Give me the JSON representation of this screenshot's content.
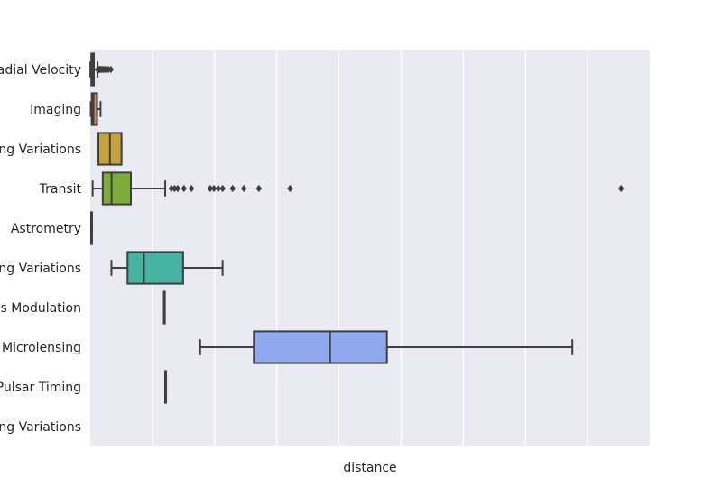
{
  "chart_data": {
    "type": "box",
    "orientation": "horizontal",
    "xlabel": "distance",
    "ylabel": "",
    "xlim": [
      0,
      8960
    ],
    "grid": true,
    "legend": "none",
    "background": "#EAEAF2",
    "gridcolor": "#FFFFFF",
    "categories": [
      "Radial Velocity",
      "Imaging",
      "Eclipse Timing Variations",
      "Transit",
      "Astrometry",
      "Transit Timing Variations",
      "Orbital Brightness Modulation",
      "Microlensing",
      "Pulsar Timing",
      "Pulsar Timing Variations"
    ],
    "colors": [
      "#4C72B0",
      "#DD8452",
      "#C4A33E",
      "#7EAC3A",
      "#3BAF6E",
      "#46B3A3",
      "#4AA6C2",
      "#8FA8EE",
      "#C08AE6",
      "#E98FC3"
    ],
    "boxes": [
      {
        "category": "Radial Velocity",
        "whislo": 1.35,
        "q1": 17.5,
        "med": 36,
        "q3": 58,
        "whishi": 117,
        "fliers": [
          120,
          130,
          145,
          160,
          180,
          205,
          230,
          260,
          290,
          330
        ]
      },
      {
        "category": "Imaging",
        "whislo": 7.7,
        "q1": 24,
        "med": 51,
        "q3": 109,
        "whishi": 165,
        "fliers": []
      },
      {
        "category": "Eclipse Timing Variations",
        "whislo": 130,
        "q1": 130,
        "med": 315,
        "q3": 500,
        "whishi": 500,
        "fliers": []
      },
      {
        "category": "Transit",
        "whislo": 38,
        "q1": 200,
        "med": 341,
        "q3": 650,
        "whishi": 1200,
        "fliers": [
          1300,
          1350,
          1400,
          1500,
          1620,
          1920,
          1980,
          2050,
          2120,
          2280,
          2460,
          2700,
          3200,
          8500
        ]
      },
      {
        "category": "Astrometry",
        "whislo": 14,
        "q1": 14,
        "med": 17,
        "q3": 20,
        "whishi": 20,
        "fliers": []
      },
      {
        "category": "Transit Timing Variations",
        "whislo": 339,
        "q1": 597,
        "med": 860,
        "q3": 1487,
        "whishi": 2119,
        "fliers": []
      },
      {
        "category": "Orbital Brightness Modulation",
        "whislo": 1180,
        "q1": 1180,
        "med": 1180,
        "q3": 1180,
        "whishi": 1180,
        "fliers": []
      },
      {
        "category": "Microlensing",
        "whislo": 1760,
        "q1": 2620,
        "med": 3840,
        "q3": 4750,
        "whishi": 7720,
        "fliers": []
      },
      {
        "category": "Pulsar Timing",
        "whislo": 1200,
        "q1": 1200,
        "med": 1200,
        "q3": 1200,
        "whishi": 1200,
        "fliers": []
      },
      {
        "category": "Pulsar Timing Variations",
        "whislo": null,
        "q1": null,
        "med": null,
        "q3": null,
        "whishi": null,
        "fliers": []
      }
    ]
  }
}
